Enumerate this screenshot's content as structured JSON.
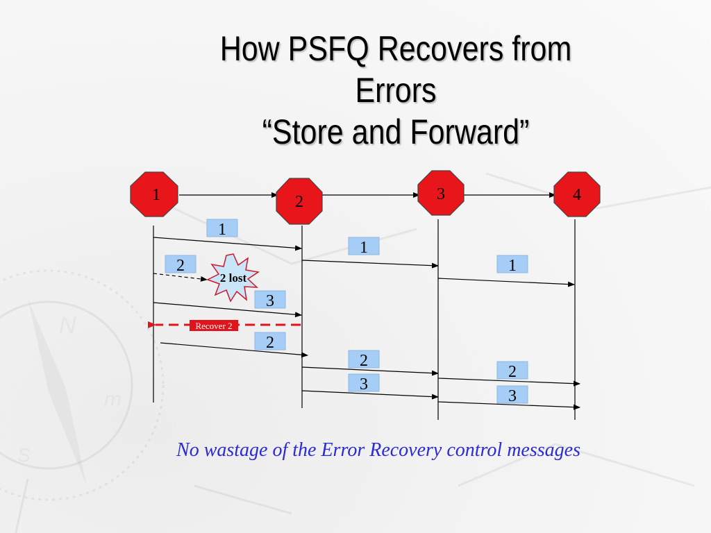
{
  "title": {
    "line1": "How PSFQ Recovers from",
    "line2": "Errors",
    "line3": "“Store and Forward”"
  },
  "nodes": [
    {
      "label": "1"
    },
    {
      "label": "2"
    },
    {
      "label": "3"
    },
    {
      "label": "4"
    }
  ],
  "packets": {
    "seg1_p1": "1",
    "seg1_p2": "2",
    "seg1_p3": "3",
    "seg1_retx": "2",
    "seg2_p1": "1",
    "seg2_p2": "2",
    "seg2_p3": "3",
    "seg3_p1": "1",
    "seg3_p2": "2",
    "seg3_p3": "3"
  },
  "lost_label": "2 lost",
  "recover_label": "Recover 2",
  "caption": "No wastage of the Error Recovery control messages",
  "colors": {
    "node_fill": "#e8151b",
    "packet_fill": "#a6cdf5",
    "recover_color": "#e0141c",
    "lost_fill": "#c8e6f8",
    "caption_color": "#2a2ad8"
  },
  "background_icon": "compass-rose-icon"
}
